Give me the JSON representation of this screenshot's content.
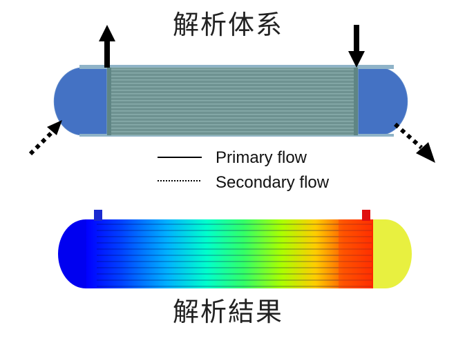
{
  "title_top": "解析体系",
  "title_bottom": "解析結果",
  "legend": {
    "primary": "Primary flow",
    "secondary": "Secondary flow"
  },
  "colors": {
    "shell": "#6f9594",
    "shell_border": "#7faab8",
    "head": "#4472c4",
    "arrow": "#000000"
  },
  "colormap": [
    "#0000ff",
    "#00aaff",
    "#00ffcc",
    "#44ff44",
    "#ccff00",
    "#ffaa00",
    "#ff0000"
  ]
}
